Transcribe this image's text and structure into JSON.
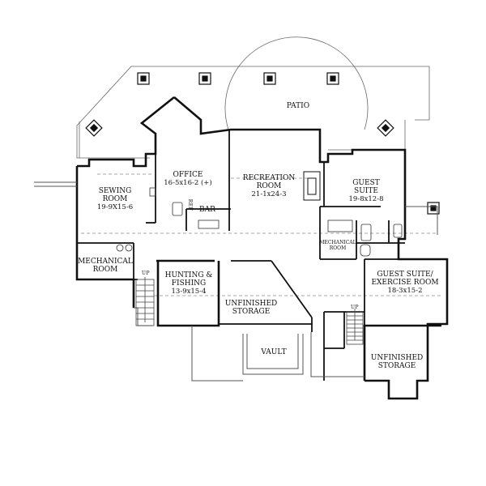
{
  "plan": {
    "rooms": {
      "patio": {
        "name": "PATIO"
      },
      "office": {
        "name": "OFFICE",
        "dims": "16-5x16-2 (+)"
      },
      "recreation": {
        "name1": "RECREATION",
        "name2": "ROOM",
        "dims": "21-1x24-3"
      },
      "sewing": {
        "name1": "SEWING",
        "name2": "ROOM",
        "dims": "19-9X15-6"
      },
      "guest_suite": {
        "name1": "GUEST",
        "name2": "SUITE",
        "dims": "19-8x12-8"
      },
      "bar": {
        "name": "BAR"
      },
      "mechanical_small": {
        "name1": "MECHANICAL",
        "name2": "ROOM"
      },
      "mechanical": {
        "name1": "MECHANICAL",
        "name2": "ROOM"
      },
      "hunting": {
        "name1": "HUNTING &",
        "name2": "FISHING",
        "dims": "13-9x15-4"
      },
      "unfinished_1": {
        "name1": "UNFINISHED",
        "name2": "STORAGE"
      },
      "vault": {
        "name": "VAULT"
      },
      "guest_exercise": {
        "name1": "GUEST SUITE/",
        "name2": "EXERCISE ROOM",
        "dims": "18-3x15-2"
      },
      "unfinished_2": {
        "name1": "UNFINISHED",
        "name2": "STORAGE"
      }
    },
    "markers": {
      "up_left": "UP",
      "up_right": "UP",
      "ref": "REF"
    },
    "colors": {
      "wall": "#111111",
      "thin": "#555555",
      "dash": "#8a8a8a",
      "paper": "#ffffff"
    }
  }
}
